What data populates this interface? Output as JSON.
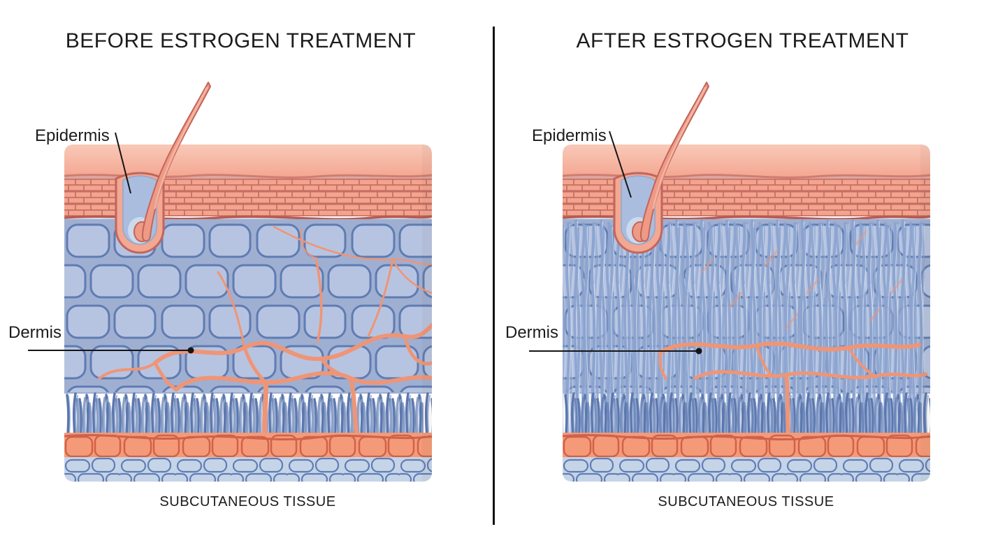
{
  "panels": [
    {
      "id": "before",
      "title": "BEFORE ESTROGEN TREATMENT",
      "labels": {
        "epidermis": "Epidermis",
        "dermis": "Dermis"
      },
      "caption": "SUBCUTANEOUS TISSUE"
    },
    {
      "id": "after",
      "title": "AFTER ESTROGEN TREATMENT",
      "labels": {
        "epidermis": "Epidermis",
        "dermis": "Dermis"
      },
      "caption": "SUBCUTANEOUS TISSUE"
    }
  ],
  "colors": {
    "background": "#ffffff",
    "text": "#1c1c1c",
    "divider": "#111111",
    "leader": "#151515",
    "skin_surface_light": "#f9c9b8",
    "skin_surface": "#f3a38d",
    "surface_line": "#cf7d72",
    "surface_shadow": "#b9a9bd",
    "epidermis_brick": "#f2a48f",
    "brick_outline": "#c56b60",
    "epidermis_boundary": "#b85a50",
    "papillary_sliver": "#ccd8ec",
    "dermis_fill": "#9fafd2",
    "dermis_cell": "#b7c4e1",
    "dermis_outline": "#5f7cb2",
    "vessel": "#ef9576",
    "vessel_light": "#f7bda6",
    "fiber_dark": "#5c77ae",
    "fiber_light": "#9fb4d8",
    "fiber_mid": "#8aa3cf",
    "fiber_highlight": "#d3deef",
    "fat_band": "#f59a78",
    "fat_outline": "#cf6248",
    "pebble_fill": "#c6d4e8",
    "pebble_outline": "#5e7db4",
    "hair": "#ee9a84",
    "hair_outline": "#c2655c",
    "follicle_outer": "#f2a892",
    "follicle_inner": "#aabddf",
    "follicle_glow": "#cdd9ec"
  }
}
